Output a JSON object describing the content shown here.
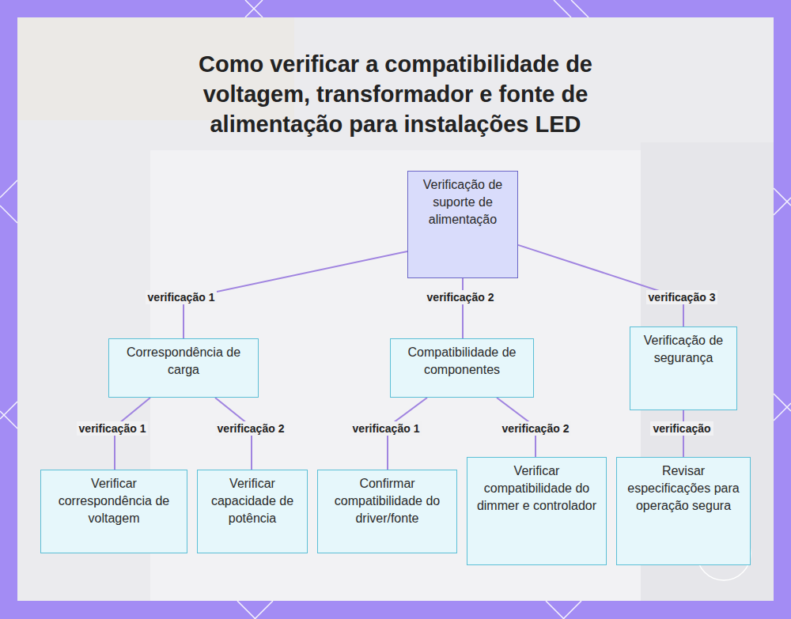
{
  "diagram": {
    "title": "Como verificar a compatibilidade de voltagem, transformador e fonte de alimentação para instalações LED",
    "nodes": [
      {
        "text": [
          "Verificação de suporte de alimentação"
        ]
      },
      {
        "text": [
          "Correspondência de carga"
        ]
      },
      {
        "text": [
          "Compatibilidade de componentes"
        ]
      },
      {
        "text": [
          "Verificação de segurança"
        ]
      },
      {
        "text": [
          "Verificar correspondência de voltagem"
        ]
      },
      {
        "text": [
          "Verificar capacidade de potência"
        ]
      },
      {
        "text": [
          "Confirmar compatibilidade do driver/fonte"
        ]
      },
      {
        "text": [
          "Verificar compatibilidade do dimmer e controlador"
        ]
      },
      {
        "text": [
          "Revisar especificações para operação segura"
        ]
      }
    ],
    "edges": [
      {
        "from": 0,
        "to": 1,
        "arrow": "none",
        "label": "verificação 1"
      },
      {
        "from": 0,
        "to": 2,
        "arrow": "none",
        "label": "verificação 2"
      },
      {
        "from": 0,
        "to": 3,
        "arrow": "none",
        "label": "verificação 3"
      },
      {
        "from": 1,
        "to": 4,
        "arrow": "none",
        "label": "verificação 1"
      },
      {
        "from": 1,
        "to": 5,
        "arrow": "none",
        "label": "verificação 2"
      },
      {
        "from": 2,
        "to": 6,
        "arrow": "none",
        "label": "verificação 1"
      },
      {
        "from": 2,
        "to": 7,
        "arrow": "none",
        "label": "verificação 2"
      },
      {
        "from": 3,
        "to": 8,
        "arrow": "none",
        "label": "verificação"
      }
    ]
  }
}
